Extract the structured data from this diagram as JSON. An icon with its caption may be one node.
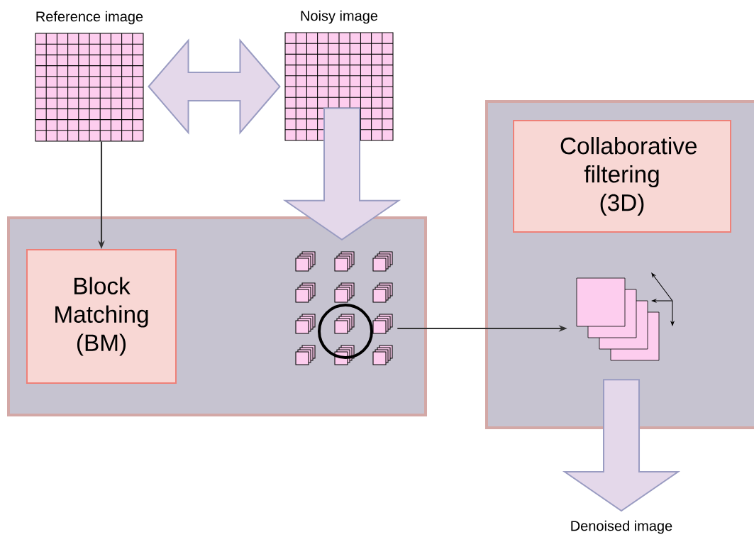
{
  "diagram": {
    "nodes": [
      {
        "text": [
          "Reference image"
        ]
      },
      {
        "text": [
          "Noisy image"
        ]
      },
      {
        "text": [],
        "shape": "box"
      },
      {
        "text": [
          "Block Matching (BM)"
        ],
        "in": 2
      },
      {
        "text": [],
        "shape": "picture",
        "in": 2
      },
      {
        "text": [],
        "shape": "box"
      },
      {
        "text": [
          "Collaborative filtering (3D)"
        ],
        "in": 5
      },
      {
        "text": [],
        "shape": "picture",
        "in": 5
      },
      {
        "text": [
          "Denoised image"
        ]
      }
    ],
    "edges": [
      {
        "from": 0,
        "to": 1,
        "arrow": "both",
        "style": "thick"
      },
      {
        "from": 0,
        "to": 3,
        "arrow": "to"
      },
      {
        "from": 1,
        "to": 4,
        "arrow": "to",
        "style": "thick"
      },
      {
        "from": 4,
        "to": 7,
        "arrow": "to"
      },
      {
        "from": 7,
        "to": 8,
        "arrow": "to",
        "style": "thick"
      }
    ]
  }
}
